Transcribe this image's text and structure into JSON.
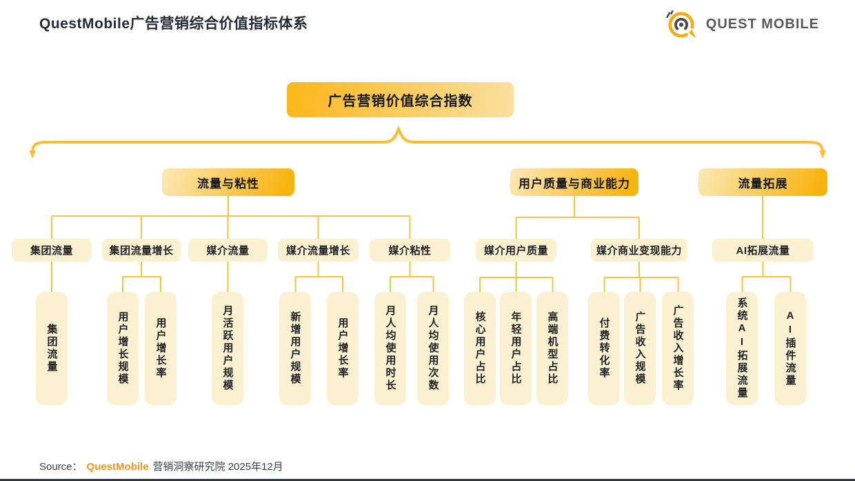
{
  "page": {
    "title": "QuestMobile广告营销综合价值指标体系"
  },
  "logo": {
    "brand": "QUEST MOBILE",
    "icon": "questmobile-spiral-icon"
  },
  "colors": {
    "accent_gold": "#f9b30d",
    "light_gold": "#fae0a2",
    "cream_box": "#fbf0cf",
    "connector": "#fbc23e",
    "brand_orange": "#f7941e",
    "ink": "#1e2228"
  },
  "tree": {
    "root": "广告营销价值综合指数",
    "groups": [
      {
        "label": "流量与粘性",
        "children": [
          {
            "label": "集团流量",
            "metrics": [
              "集团流量"
            ]
          },
          {
            "label": "集团流量增长",
            "metrics": [
              "用户增长规模",
              "用户增长率"
            ]
          },
          {
            "label": "媒介流量",
            "metrics": [
              "月活跃用户规模"
            ]
          },
          {
            "label": "媒介流量增长",
            "metrics": [
              "新增用户规模",
              "用户增长率"
            ]
          },
          {
            "label": "媒介粘性",
            "metrics": [
              "月人均使用时长",
              "月人均使用次数"
            ]
          }
        ]
      },
      {
        "label": "用户质量与商业能力",
        "children": [
          {
            "label": "媒介用户质量",
            "metrics": [
              "核心用户占比",
              "年轻用户占比",
              "高端机型占比"
            ]
          },
          {
            "label": "媒介商业变现能力",
            "metrics": [
              "付费转化率",
              "广告收入规模",
              "广告收入增长率"
            ]
          }
        ]
      },
      {
        "label": "流量拓展",
        "children": [
          {
            "label": "AI拓展流量",
            "metrics": [
              "系统AI拓展流量",
              "AI插件流量"
            ]
          }
        ]
      }
    ]
  },
  "footer": {
    "source_label": "Source：",
    "brand": "QuestMobile",
    "text": "营销洞察研究院 2025年12月"
  }
}
